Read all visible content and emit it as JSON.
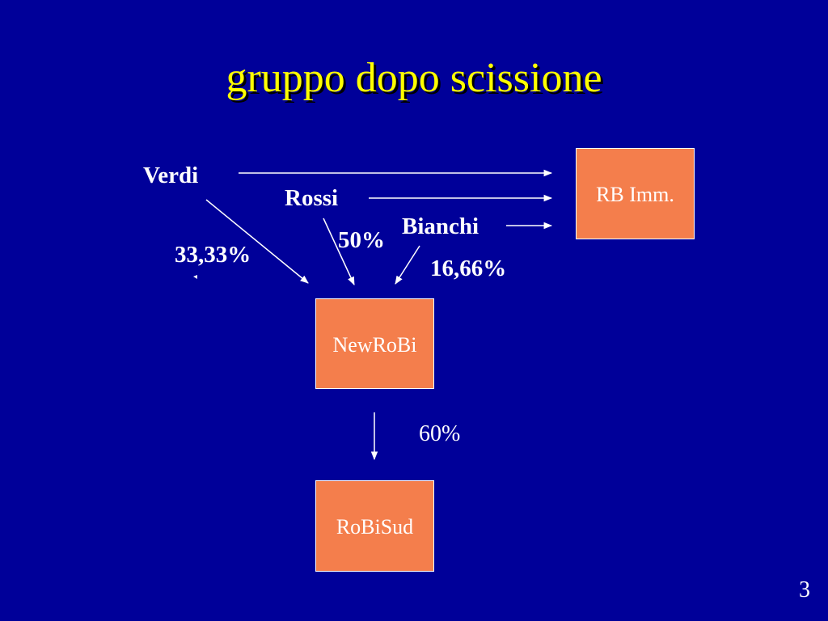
{
  "title": "gruppo dopo scissione",
  "page_number": "3",
  "colors": {
    "background": "#000099",
    "title": "#ffff00",
    "box_fill": "#f47e4c",
    "text": "#ffffff"
  },
  "nodes": {
    "rb_imm": "RB Imm.",
    "newrobi": "NewRoBi",
    "robisud": "RoBiSud"
  },
  "shareholders": {
    "verdi": "Verdi",
    "rossi": "Rossi",
    "bianchi": "Bianchi"
  },
  "percentages": {
    "verdi_newrobi": "33,33%",
    "rossi_newrobi": "50%",
    "bianchi_newrobi": "16,66%",
    "newrobi_robisud": "60%"
  }
}
